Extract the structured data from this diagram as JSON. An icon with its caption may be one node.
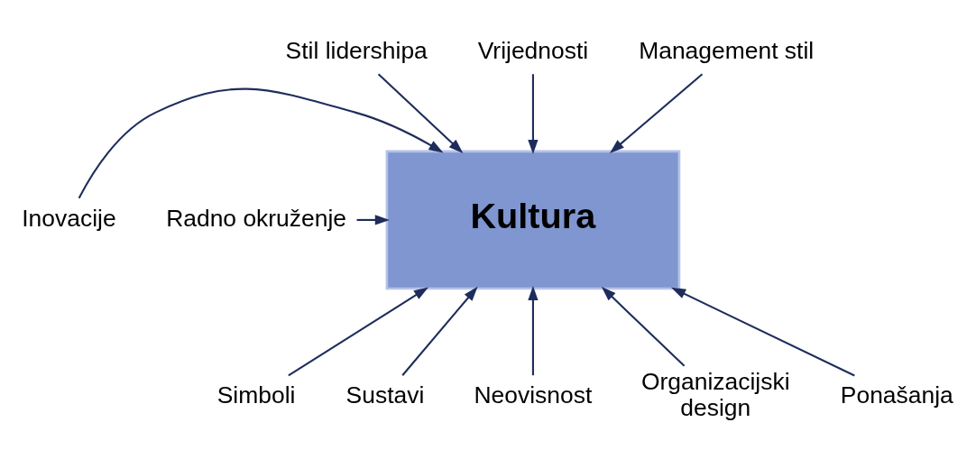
{
  "diagram": {
    "nodes": [
      {
        "text": [
          "Stil lidershipa"
        ]
      },
      {
        "text": [
          "Vrijednosti"
        ]
      },
      {
        "text": [
          "Management stil"
        ]
      },
      {
        "text": [
          "Kultura"
        ]
      },
      {
        "text": [
          "Inovacije"
        ]
      },
      {
        "text": [
          "Radno okruženje"
        ]
      },
      {
        "text": [
          "Simboli"
        ]
      },
      {
        "text": [
          "Sustavi"
        ]
      },
      {
        "text": [
          "Neovisnost"
        ]
      },
      {
        "text": [
          "Organizacijski design"
        ]
      },
      {
        "text": [
          "Ponašanja"
        ]
      }
    ],
    "edges": [
      {
        "from": 0,
        "to": 3,
        "arrow": "to"
      },
      {
        "from": 1,
        "to": 3,
        "arrow": "to"
      },
      {
        "from": 2,
        "to": 3,
        "arrow": "to"
      },
      {
        "from": 4,
        "to": 3,
        "arrow": "to"
      },
      {
        "from": 5,
        "to": 3,
        "arrow": "to"
      },
      {
        "from": 6,
        "to": 3,
        "arrow": "to"
      },
      {
        "from": 7,
        "to": 3,
        "arrow": "to"
      },
      {
        "from": 8,
        "to": 3,
        "arrow": "to"
      },
      {
        "from": 9,
        "to": 3,
        "arrow": "to"
      },
      {
        "from": 10,
        "to": 3,
        "arrow": "to"
      }
    ]
  }
}
